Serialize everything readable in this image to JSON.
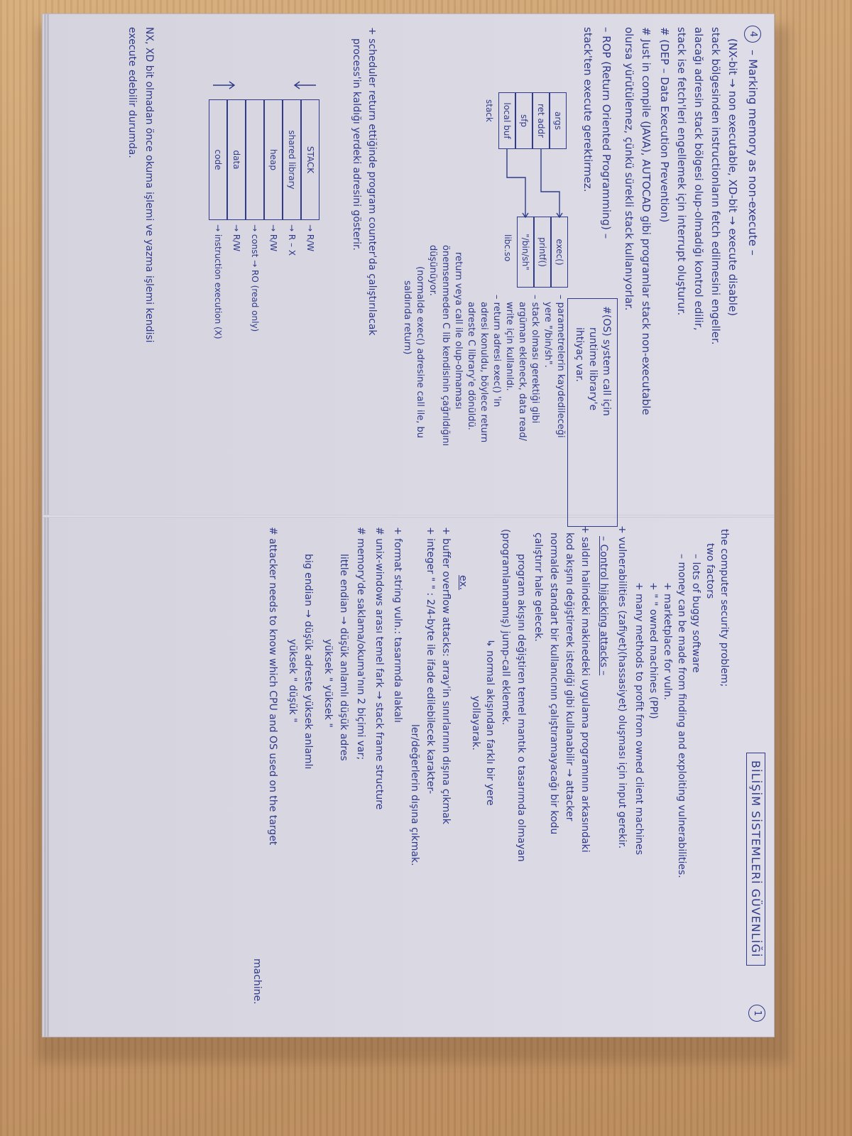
{
  "left_page": {
    "page_number": "4",
    "heading": "– Marking memory as non-execute –",
    "lines": [
      "(NX-bit → non executable, XD-bit → execute disable)",
      "stack bölgesinden instructionların fetch edilmesini engeller.",
      "alacağı adresin stack bölgesi olup-olmadığı kontrol edilir,",
      "stack ise fetch'leri engellemek için interrupt oluşturur.",
      "# (DEP – Data Execution Prevention)",
      "# Just in compile (JAVA), AUTOCAD gibi programlar stack non-executable",
      "olursa yürütülemez, çünkü sürekli stack kullanıyorlar.",
      "– ROP (Return Oriented Programming) –",
      "stack'ten execute gerektirmez."
    ],
    "note_box": [
      "#(OS) system call için",
      "runtime library'e",
      "ihtiyaç var."
    ],
    "rop_notes": [
      "– parametrelerin kaydedileceği",
      "yere \"/bin/sh\".",
      "– stack olması gerektiği gibi",
      "argüman ekleneck, data read/",
      "write için kullanıldı.",
      "– return adresi exec() 'in",
      "adresi konuldu, böylece return",
      "adreste C library'e dönüldü.",
      "return veya call ile olup-olmaması",
      "önemsenmeden C lib kendisinin çağrıldığını",
      "düşünüyor.",
      "(normalde exec() adresine call ile, bu",
      "saldırıda return)"
    ],
    "scheduler_note": [
      "+ scheduler return ettiğinde program counter'da çalıştırılacak",
      "process'in kaldığı yerdeki adresini gösterir."
    ],
    "stack_diagram": {
      "left_cells": [
        "args",
        "ret addr",
        "sfp",
        "local buf"
      ],
      "left_label": "stack",
      "right_cells": [
        "exec()",
        "printf()",
        "\"/bin/sh\""
      ],
      "right_label": "libc.so"
    },
    "memory_layout": [
      {
        "segment": "STACK",
        "perm": "→ R/W"
      },
      {
        "segment": "shared library",
        "perm": "→ R – X"
      },
      {
        "segment": "heap",
        "perm": "→ R/W"
      },
      {
        "segment": "",
        "perm": "→ const → RO (read only)"
      },
      {
        "segment": "data",
        "perm": "→ R/W"
      },
      {
        "segment": "code",
        "perm": "→ instruction execution (X)"
      }
    ],
    "footer": [
      "NX, XD bit olmadan önce okuma işlemi ve yazma işlemi kendisi",
      "execute edebilir durumda."
    ]
  },
  "right_page": {
    "page_number": "1",
    "title": "BİLİŞİM SİSTEMLERİ GÜVENLİĞİ",
    "lines": [
      "the computer security problem;",
      "two factors",
      "– lots of buggy software",
      "– money can be made from finding and exploiting vulnerabilities.",
      "+ marketplace for vuln.",
      "+ \" \" owned machines (PPI)",
      "+ many methods to profit from owned client machines",
      "+ vulnerabilities (zafiyet)(hassasiyet) oluşması için input gerekir.",
      "– Control hijacking attacks –",
      "+ saldırı halindeki makinedeki uygulama programının arkasındaki",
      "kod akışını değiştirerek istediği gibi kullanabilir → attacker",
      "normalde standart bir kullanıcının çalıştıramayacağı bir kodu",
      "çalıştırır hale gelecek.",
      "program akışını değiştiren temel mantık o tasarımda olmayan",
      "(programlanmamış) jump-call eklemek.",
      "↳ normal akışından farklı bir yere",
      "yollayarak.",
      "ex.",
      "+ buffer overflow attacks: array'in sınırlarının dışına çıkmak",
      "+ integer \" \" : 2/4-byte ile ifade edilebilecek karakter-",
      "ler/değerlerin dışına çıkmak.",
      "+ format string vuln.: tasarımda alakalı",
      "# unix-windows arası temel fark → stack frame structure",
      "# memory'de saklama/okuma'nın 2 biçimi var;",
      "little endian → düşük anlamlı düşük adres",
      "yüksek \" yüksek \"",
      "big endian → düşük adreste yüksek anlamlı",
      "yüksek \" düşük \"",
      "# attacker needs to know which CPU and OS used on the target",
      "machine."
    ]
  }
}
